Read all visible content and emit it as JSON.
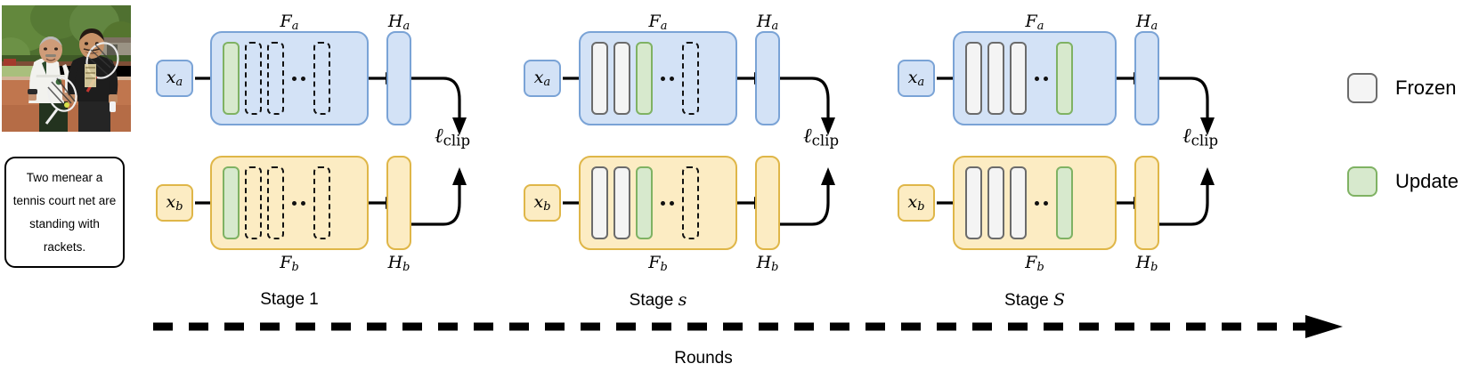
{
  "figure": {
    "caption_text": "Two menear a tennis court net are standing with rackets.",
    "rounds_label": "Rounds",
    "loss_label": "ℓ",
    "loss_sub": "clip"
  },
  "inputs": {
    "image_alt": "two-men-tennis-court-photo",
    "top_input_label": "x",
    "top_input_sub": "a",
    "bottom_input_label": "x",
    "bottom_input_sub": "b"
  },
  "branch_labels": {
    "top_encoder": "F",
    "top_encoder_sub": "a",
    "top_head": "H",
    "top_head_sub": "a",
    "bottom_encoder": "F",
    "bottom_encoder_sub": "b",
    "bottom_head": "H",
    "bottom_head_sub": "b"
  },
  "legend": {
    "items": [
      {
        "label": "Frozen",
        "kind": "frozen",
        "fill": "#f4f4f4",
        "border": "#6b6b6b"
      },
      {
        "label": "Update",
        "kind": "update",
        "fill": "#d7e9cd",
        "border": "#7fb263"
      }
    ]
  },
  "colors": {
    "branch_a_fill": "#d3e2f6",
    "branch_a_border": "#7aa3d6",
    "branch_b_fill": "#fcecc3",
    "branch_b_border": "#dfb648",
    "frozen_fill": "#f4f4f4",
    "frozen_border": "#6b6b6b",
    "update_fill": "#d7e9cd",
    "update_border": "#7fb263",
    "dashed_border": "#111111"
  },
  "stages": [
    {
      "id": "stage-1",
      "label_prefix": "Stage",
      "label_value": "1",
      "label_italic": false,
      "layers": [
        "update",
        "dashed",
        "dashed",
        "dots",
        "dashed"
      ]
    },
    {
      "id": "stage-s",
      "label_prefix": "Stage",
      "label_value": "s",
      "label_italic": true,
      "layers": [
        "frozen",
        "frozen",
        "update",
        "dots",
        "dashed"
      ]
    },
    {
      "id": "stage-S",
      "label_prefix": "Stage",
      "label_value": "S",
      "label_italic": true,
      "layers": [
        "frozen",
        "frozen",
        "frozen",
        "dots",
        "update"
      ]
    }
  ]
}
